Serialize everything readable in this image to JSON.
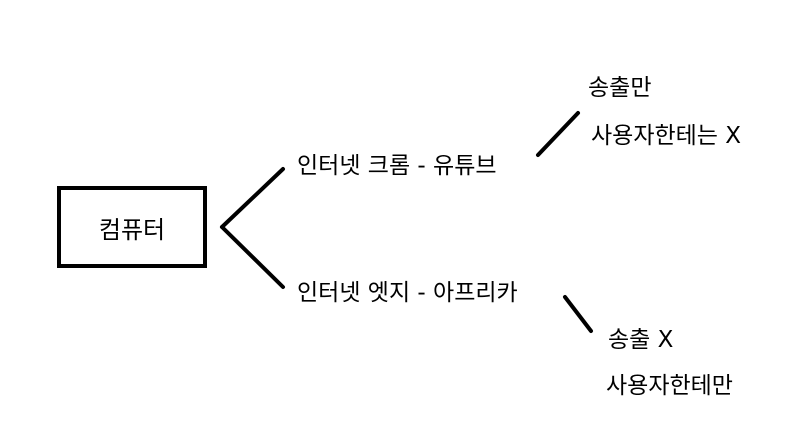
{
  "root": {
    "label": "컴퓨터"
  },
  "branches": [
    {
      "label": "인터넷 크롬 - 유튜브",
      "outcomes": [
        "송출만",
        "사용자한테는 X"
      ]
    },
    {
      "label": "인터넷 엣지 - 아프리카",
      "outcomes": [
        "송출 X",
        "사용자한테만"
      ]
    }
  ],
  "colors": {
    "stroke": "#000000",
    "background": "#ffffff",
    "text": "#000000"
  }
}
